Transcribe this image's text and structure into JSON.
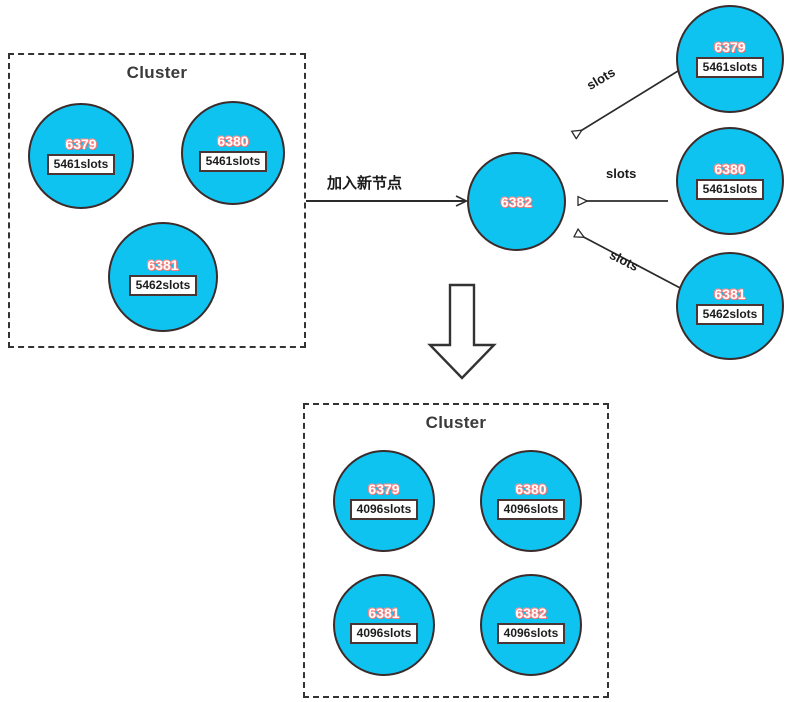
{
  "diagram": {
    "title_cn": "加入新节点",
    "slots_label": "slots",
    "cluster_label": "Cluster",
    "colors": {
      "node_fill": "#0FC3F0",
      "node_stroke": "#3b2b2b",
      "port_text": "#ffffff",
      "port_outline": "#f48484",
      "frame": "#333333",
      "arrow": "#2b2b2b",
      "background": "#ffffff"
    }
  },
  "before_cluster": {
    "label": "Cluster",
    "nodes": [
      {
        "port": "6379",
        "slots": "5461slots"
      },
      {
        "port": "6380",
        "slots": "5461slots"
      },
      {
        "port": "6381",
        "slots": "5462slots"
      }
    ]
  },
  "new_node": {
    "port": "6382"
  },
  "source_nodes": [
    {
      "port": "6379",
      "slots": "5461slots",
      "edge_label": "slots"
    },
    {
      "port": "6380",
      "slots": "5461slots",
      "edge_label": "slots"
    },
    {
      "port": "6381",
      "slots": "5462slots",
      "edge_label": "slots"
    }
  ],
  "join_arrow": {
    "label": "加入新节点"
  },
  "after_cluster": {
    "label": "Cluster",
    "nodes": [
      {
        "port": "6379",
        "slots": "4096slots"
      },
      {
        "port": "6380",
        "slots": "4096slots"
      },
      {
        "port": "6381",
        "slots": "4096slots"
      },
      {
        "port": "6382",
        "slots": "4096slots"
      }
    ]
  }
}
